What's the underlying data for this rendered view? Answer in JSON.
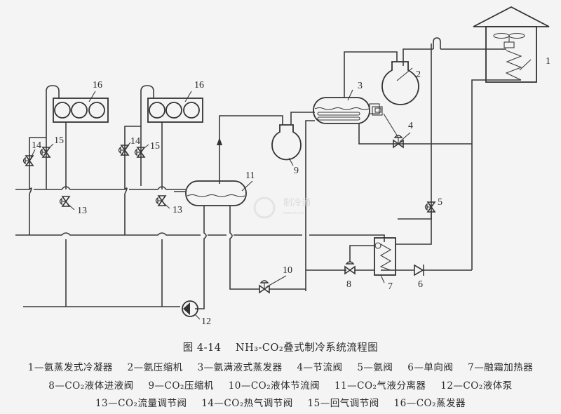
{
  "figure": {
    "number": "图 4-14",
    "title": "NH₃-CO₂叠式制冷系统流程图"
  },
  "watermark": {
    "text": "制冷通",
    "url_text": "www.zlt.net"
  },
  "component_labels": {
    "c1": "1",
    "c2": "2",
    "c3": "3",
    "c4": "4",
    "c5": "5",
    "c6": "6",
    "c7": "7",
    "c8": "8",
    "c9": "9",
    "c10": "10",
    "c11": "11",
    "c12": "12",
    "c13a": "13",
    "c13b": "13",
    "c14a": "14",
    "c14b": "14",
    "c15a": "15",
    "c15b": "15",
    "c16a": "16",
    "c16b": "16"
  },
  "legend": {
    "row1": [
      "1—氨蒸发式冷凝器",
      "2—氨压缩机",
      "3—氨满液式蒸发器",
      "4—节流阀",
      "5—氨阀",
      "6—单向阀",
      "7—融霜加热器"
    ],
    "row2": [
      "8—CO₂液体进液阀",
      "9—CO₂压缩机",
      "10—CO₂液体节流阀",
      "11—CO₂气液分离器",
      "12—CO₂液体泵"
    ],
    "row3": [
      "13—CO₂流量调节阀",
      "14—CO₂热气调节阀",
      "15—回气调节阀",
      "16—CO₂蒸发器"
    ]
  }
}
